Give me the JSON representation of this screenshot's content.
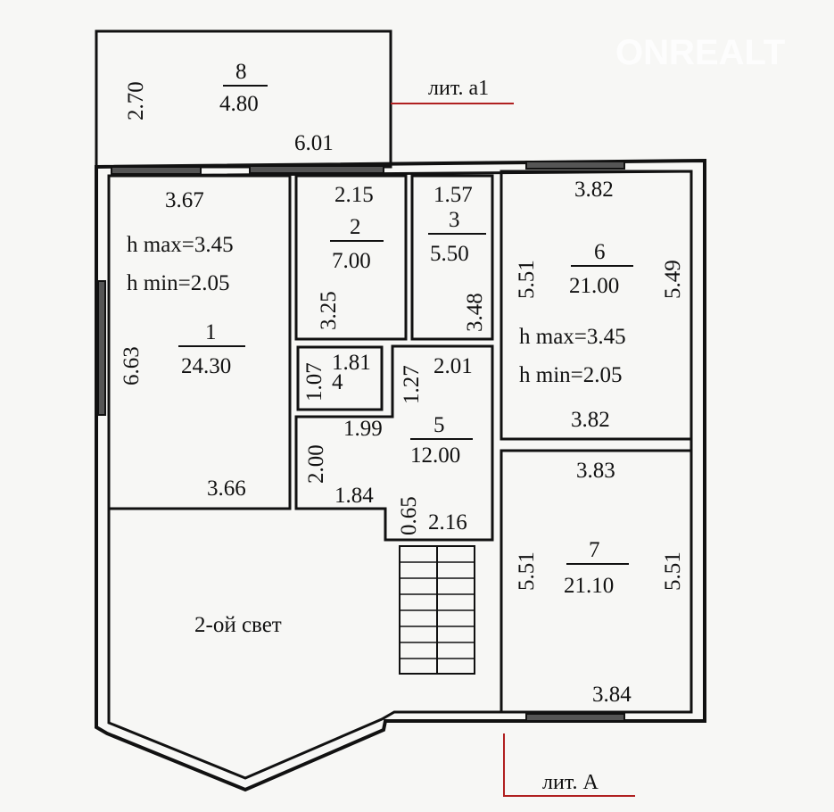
{
  "watermark": "ONREALT",
  "labels": {
    "lit_a1": "лит. а1",
    "lit_A": "лит. А",
    "second_light": "2-ой свет"
  },
  "rooms": [
    {
      "num": "1",
      "area": "24.30",
      "hmax": "h max=3.45",
      "hmin": "h min=2.05"
    },
    {
      "num": "2",
      "area": "7.00"
    },
    {
      "num": "3",
      "area": "5.50"
    },
    {
      "num": "4",
      "area": ""
    },
    {
      "num": "5",
      "area": "12.00"
    },
    {
      "num": "6",
      "area": "21.00",
      "hmax": "h max=3.45",
      "hmin": "h min=2.05"
    },
    {
      "num": "7",
      "area": "21.10"
    },
    {
      "num": "8",
      "area": "4.80"
    }
  ],
  "dims": {
    "r8_h": "2.70",
    "r8_w": "6.01",
    "r1_top": "3.67",
    "r1_left": "6.63",
    "r1_bottom": "3.66",
    "r2_top": "2.15",
    "r2_side": "3.25",
    "r3_top": "1.57",
    "r3_side": "3.48",
    "r4_side": "1.07",
    "r4_top": "1.81",
    "r4_bottom": "1.99",
    "r5_a": "1.27",
    "r5_b": "2.01",
    "r5_c": "2.00",
    "r5_d": "1.84",
    "r5_e": "0.65",
    "r5_f": "2.16",
    "r6_top": "3.82",
    "r6_left": "5.51",
    "r6_right": "5.49",
    "r6_bottom": "3.82",
    "r7_top": "3.83",
    "r7_left": "5.51",
    "r7_right": "5.51",
    "r7_bottom": "3.84"
  }
}
